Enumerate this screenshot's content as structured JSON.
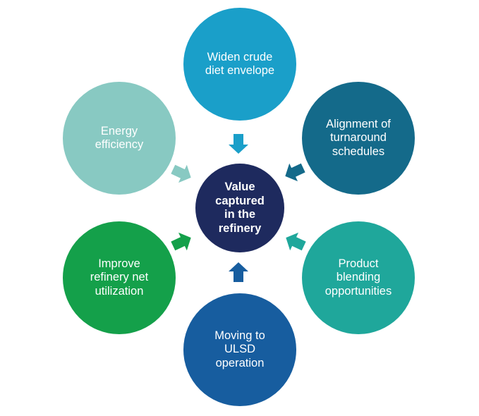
{
  "center": {
    "label": "Value\ncaptured\nin the\nrefinery",
    "color": "#1e2a5e"
  },
  "nodes": [
    {
      "id": "top",
      "label": "Widen crude\ndiet envelope",
      "color": "#1a9fc9"
    },
    {
      "id": "top-right",
      "label": "Alignment of\nturnaround\nschedules",
      "color": "#146a8a"
    },
    {
      "id": "bottom-right",
      "label": "Product\nblending\nopportunities",
      "color": "#1fa79b"
    },
    {
      "id": "bottom",
      "label": "Moving to\nULSD\noperation",
      "color": "#175d9f"
    },
    {
      "id": "bottom-left",
      "label": "Improve\nrefinery net\nutilization",
      "color": "#14a04a"
    },
    {
      "id": "top-left",
      "label": "Energy\nefficiency",
      "color": "#88c9c2"
    }
  ]
}
